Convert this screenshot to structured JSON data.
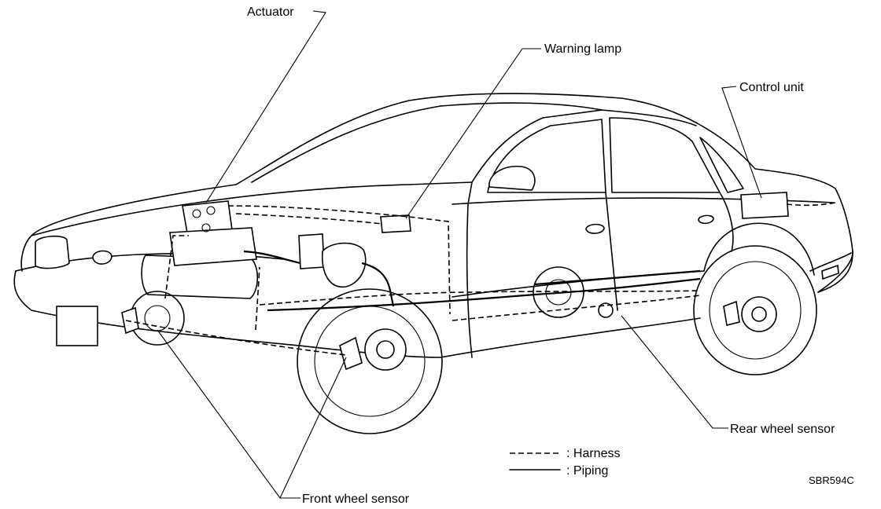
{
  "labels": {
    "actuator": "Actuator",
    "warning_lamp": "Warning lamp",
    "control_unit": "Control unit",
    "rear_wheel_sensor": "Rear wheel sensor",
    "front_wheel_sensor": "Front wheel sensor"
  },
  "legend": {
    "harness": ": Harness",
    "piping": ": Piping"
  },
  "figure_code": "SBR594C"
}
